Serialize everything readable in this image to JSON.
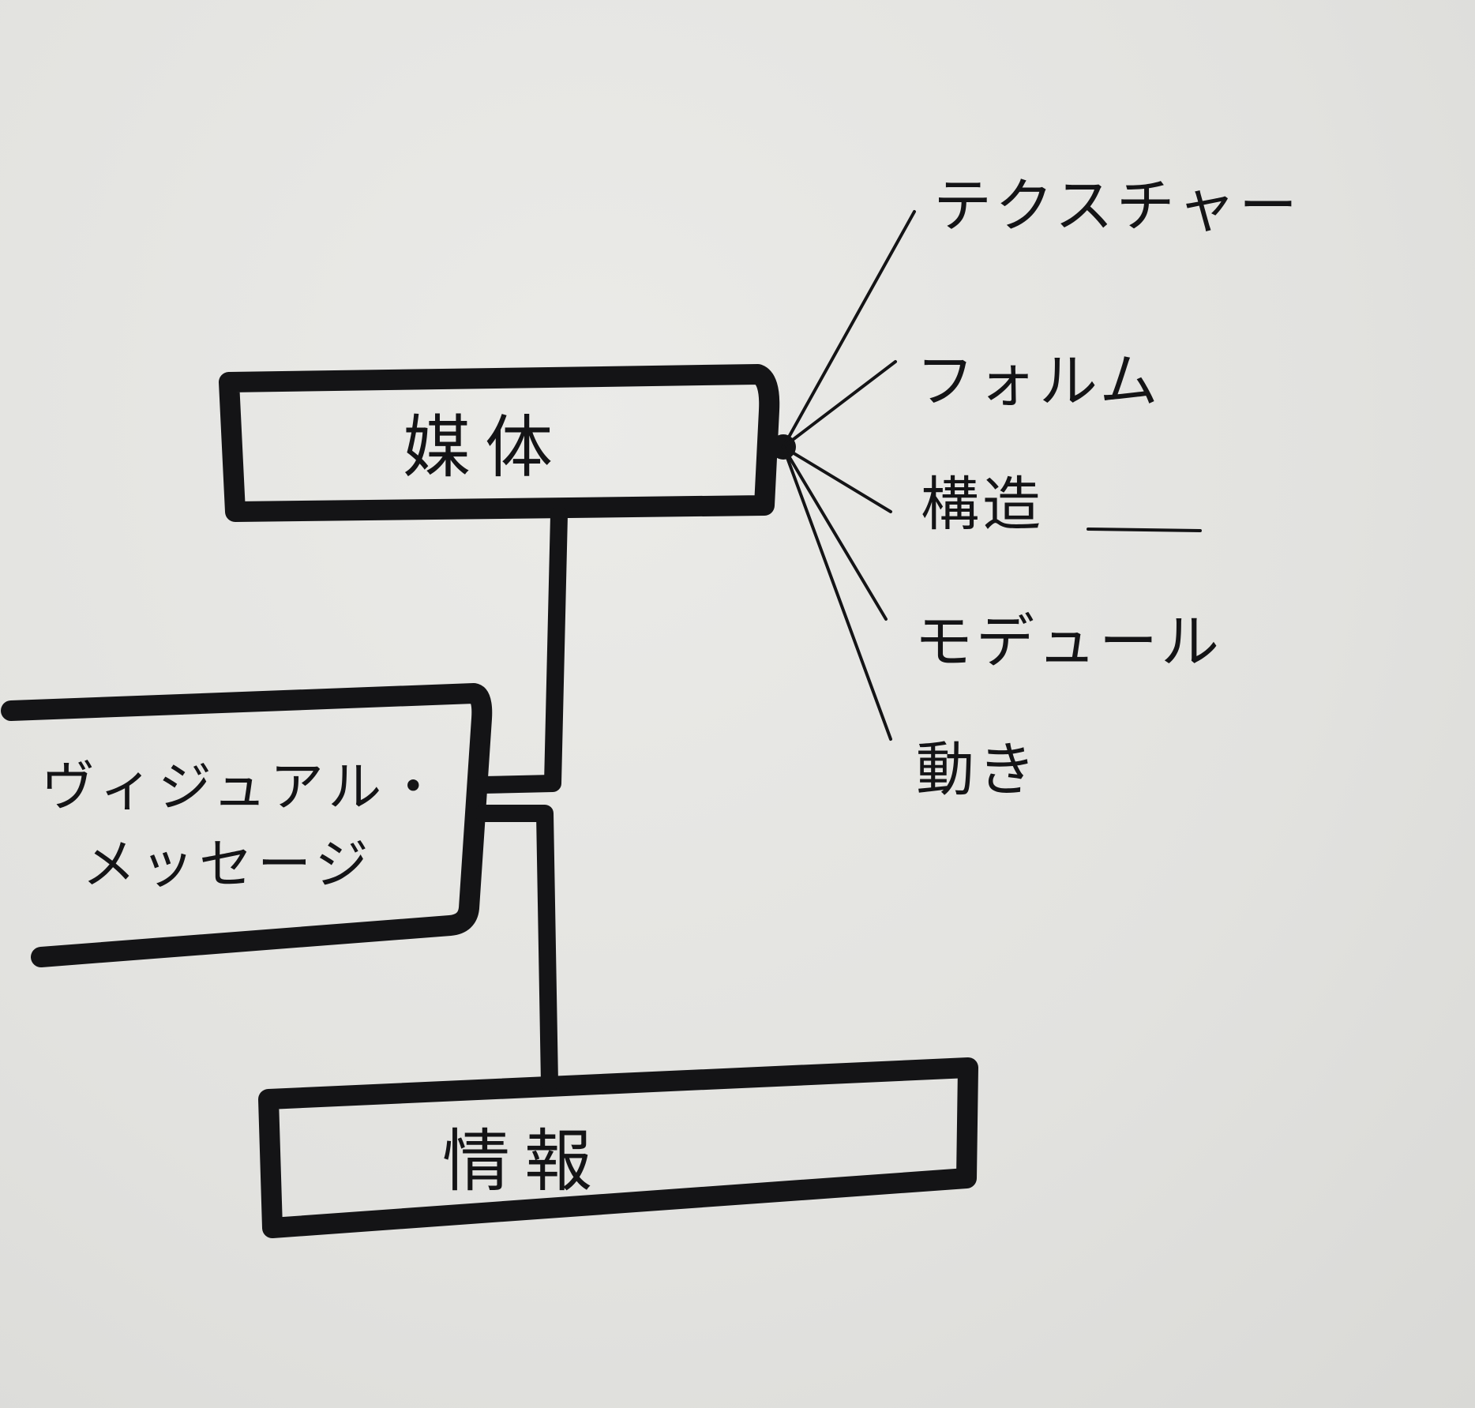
{
  "nodes": {
    "medium": {
      "label": "媒体"
    },
    "information": {
      "label": "情報"
    },
    "visual_message": {
      "line1": "ヴィジュアル・",
      "line2": "メッセージ"
    }
  },
  "attributes": [
    {
      "label": "テクスチャー"
    },
    {
      "label": "フォルム"
    },
    {
      "label": "構造"
    },
    {
      "label": "モデュール"
    },
    {
      "label": "動き"
    }
  ],
  "colors": {
    "ink": "#141416",
    "paper": "#e6e6e3"
  }
}
